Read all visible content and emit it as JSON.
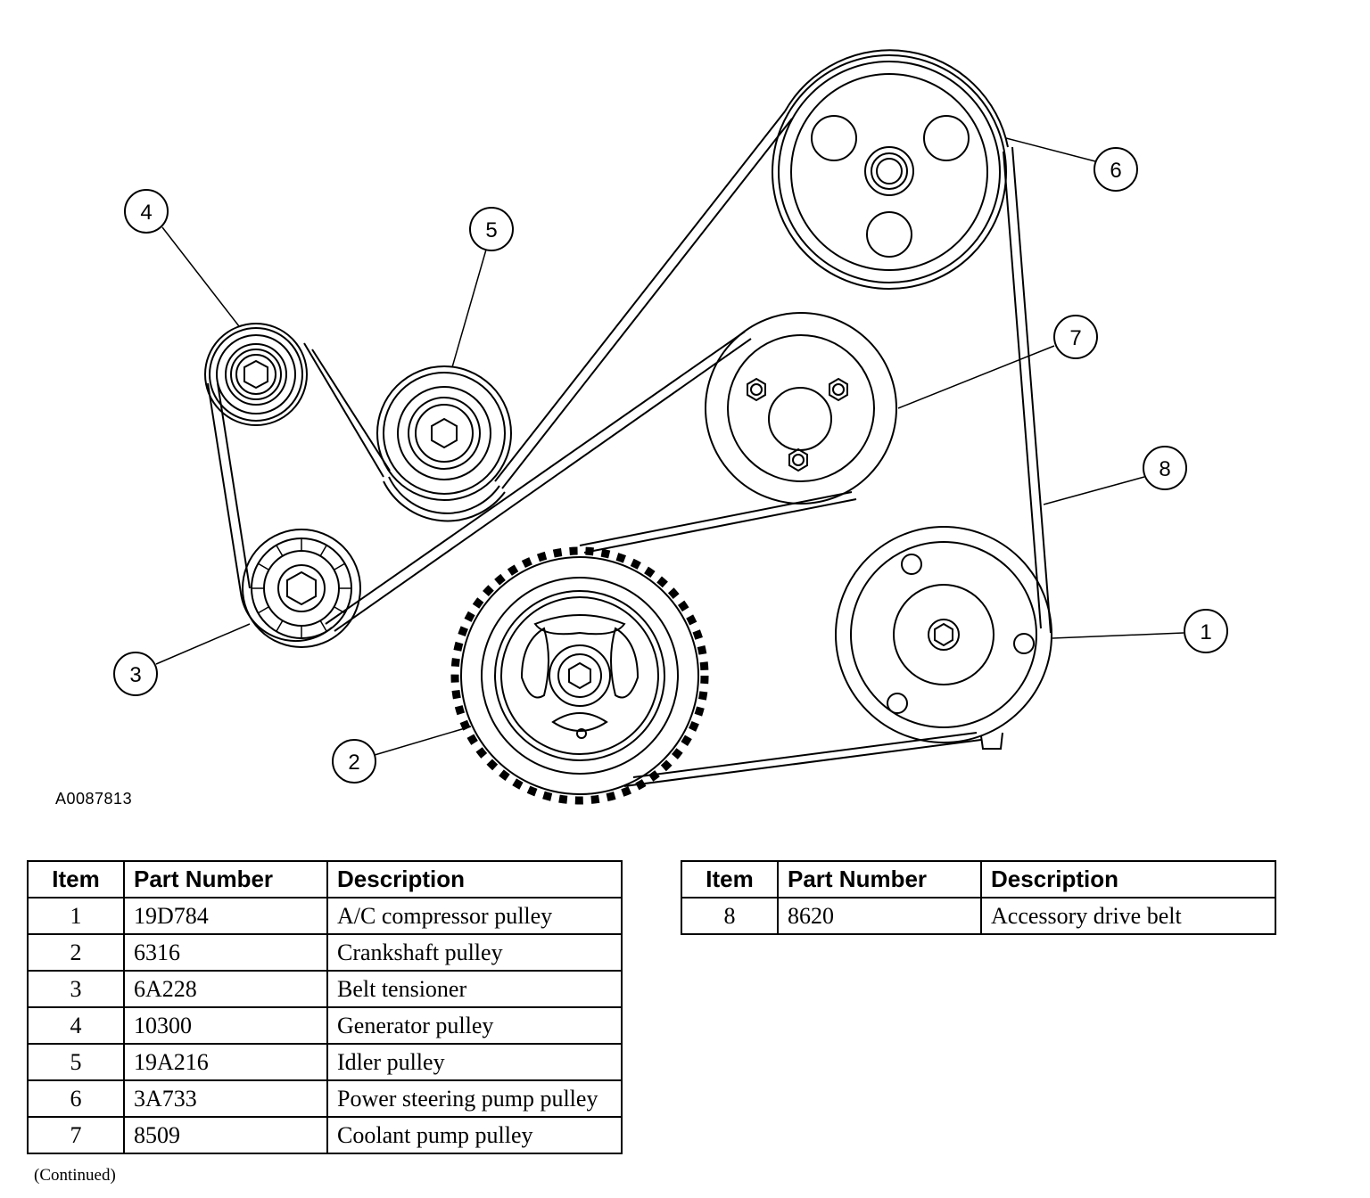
{
  "figure_code": "A0087813",
  "callouts": [
    "1",
    "2",
    "3",
    "4",
    "5",
    "6",
    "7",
    "8"
  ],
  "table_headers": {
    "item": "Item",
    "part_number": "Part Number",
    "description": "Description"
  },
  "parts_left": [
    {
      "item": "1",
      "part_number": "19D784",
      "description": "A/C compressor pulley"
    },
    {
      "item": "2",
      "part_number": "6316",
      "description": "Crankshaft pulley"
    },
    {
      "item": "3",
      "part_number": "6A228",
      "description": "Belt tensioner"
    },
    {
      "item": "4",
      "part_number": "10300",
      "description": "Generator pulley"
    },
    {
      "item": "5",
      "part_number": "19A216",
      "description": "Idler pulley"
    },
    {
      "item": "6",
      "part_number": "3A733",
      "description": "Power steering pump pulley"
    },
    {
      "item": "7",
      "part_number": "8509",
      "description": "Coolant pump pulley"
    }
  ],
  "parts_right": [
    {
      "item": "8",
      "part_number": "8620",
      "description": "Accessory drive belt"
    }
  ],
  "continued_note": "(Continued)"
}
